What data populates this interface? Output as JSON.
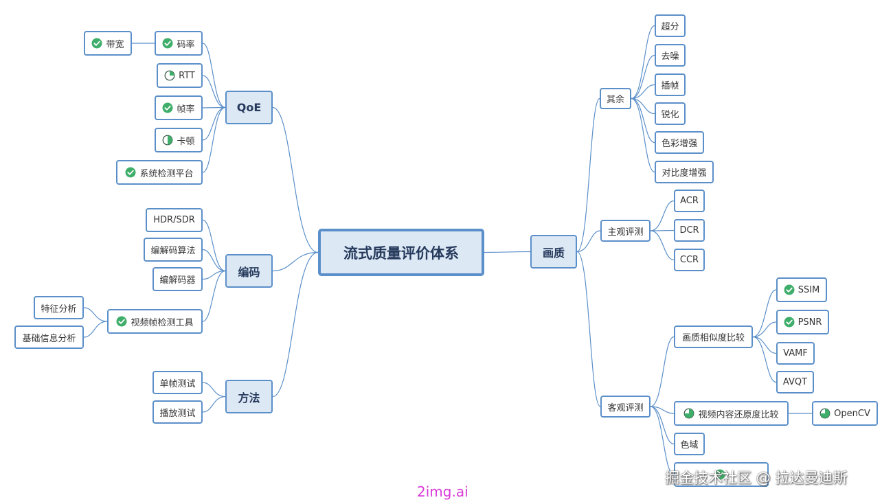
{
  "root": {
    "label": "流式质量评价体系"
  },
  "qoe": {
    "label": "QoE",
    "items": [
      {
        "label": "码率",
        "icon": "check-circle-icon",
        "child": {
          "label": "带宽",
          "icon": "check-circle-icon"
        }
      },
      {
        "label": "RTT",
        "icon": "progress-quarter-icon"
      },
      {
        "label": "帧率",
        "icon": "check-circle-icon"
      },
      {
        "label": "卡顿",
        "icon": "progress-half-icon"
      },
      {
        "label": "系统检测平台",
        "icon": "check-circle-icon"
      }
    ]
  },
  "encoding": {
    "label": "编码",
    "items": [
      {
        "label": "HDR/SDR"
      },
      {
        "label": "编解码算法"
      },
      {
        "label": "编解码器"
      },
      {
        "label": "视频帧检测工具",
        "icon": "check-circle-icon",
        "children": [
          {
            "label": "特征分析"
          },
          {
            "label": "基础信息分析"
          }
        ]
      }
    ]
  },
  "method": {
    "label": "方法",
    "items": [
      {
        "label": "单帧测试"
      },
      {
        "label": "播放测试"
      }
    ]
  },
  "quality": {
    "label": "画质",
    "other": {
      "label": "其余",
      "items": [
        {
          "label": "超分"
        },
        {
          "label": "去噪"
        },
        {
          "label": "插帧"
        },
        {
          "label": "锐化"
        },
        {
          "label": "色彩增强"
        },
        {
          "label": "对比度增强"
        }
      ]
    },
    "subjective": {
      "label": "主观评测",
      "items": [
        {
          "label": "ACR"
        },
        {
          "label": "DCR"
        },
        {
          "label": "CCR"
        }
      ]
    },
    "objective": {
      "label": "客观评测",
      "similarity": {
        "label": "画质相似度比较",
        "items": [
          {
            "label": "SSIM",
            "icon": "check-circle-icon"
          },
          {
            "label": "PSNR",
            "icon": "check-circle-icon"
          },
          {
            "label": "VAMF"
          },
          {
            "label": "AVQT"
          }
        ]
      },
      "restoration": {
        "label": "视频内容还原度比较",
        "icon": "progress-three-quarter-icon",
        "child": {
          "label": "OpenCV",
          "icon": "progress-three-quarter-icon"
        }
      },
      "gamut": {
        "label": "色域"
      },
      "hidden": {
        "label": ""
      }
    }
  },
  "watermark": "掘金技术社区 @ 拉达曼迪斯",
  "credit": "2img.ai",
  "colors": {
    "border": "#5b8fc9",
    "fill": "#dde8f5",
    "check": "#3fae6a"
  }
}
